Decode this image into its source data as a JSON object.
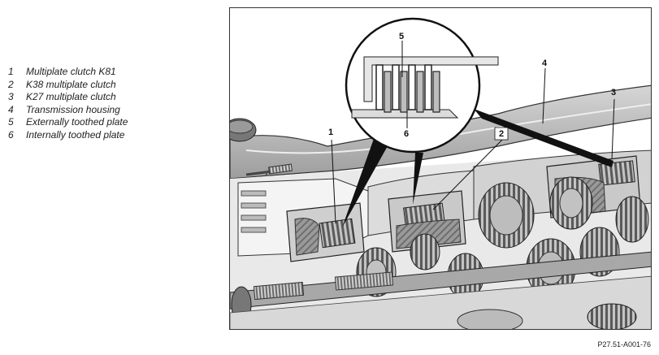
{
  "legend": [
    {
      "num": "1",
      "text": "Multiplate clutch K81"
    },
    {
      "num": "2",
      "text": "K38 multiplate clutch"
    },
    {
      "num": "3",
      "text": "K27 multiplate clutch"
    },
    {
      "num": "4",
      "text": "Transmission housing"
    },
    {
      "num": "5",
      "text": "Externally toothed plate"
    },
    {
      "num": "6",
      "text": "Internally toothed plate"
    }
  ],
  "callouts": {
    "c1": "1",
    "c2": "2",
    "c3": "3",
    "c4": "4",
    "c5": "5",
    "c6": "6"
  },
  "figure_ref": "P27.51-A001-76",
  "colors": {
    "dark": "#333333",
    "mid": "#8a8a8a",
    "light": "#c8c8c8",
    "housing": "#b5b5b5"
  }
}
